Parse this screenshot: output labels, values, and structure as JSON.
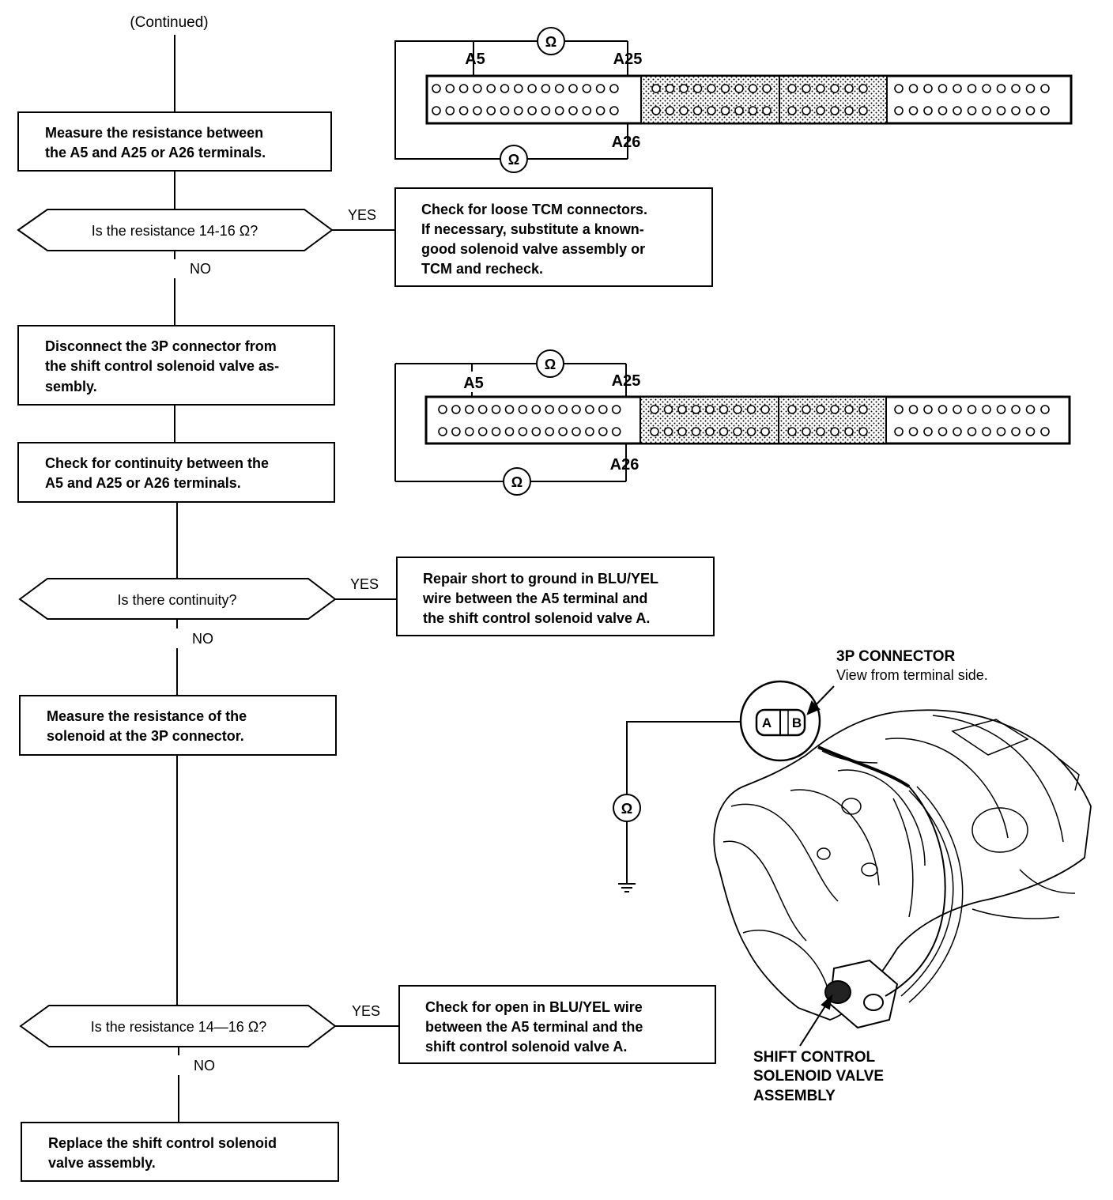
{
  "header": {
    "continued": "(Continued)"
  },
  "steps": {
    "measure_a5": [
      "Measure the resistance between",
      "the A5 and A25 or A26 terminals."
    ],
    "q_resistance_1": "Is the resistance 14-16 Ω?",
    "disconnect_3p": [
      "Disconnect the 3P connector from",
      "the shift control solenoid valve as-",
      "sembly."
    ],
    "check_continuity": [
      "Check for continuity between the",
      "A5 and A25 or A26 terminals."
    ],
    "q_continuity": "Is there continuity?",
    "measure_solenoid": [
      "Measure  the  resistance  of  the",
      "solenoid at the 3P connector."
    ],
    "q_resistance_2": "Is the resistance 14—16 Ω?",
    "replace": [
      "Replace the shift control solenoid",
      "valve assembly."
    ]
  },
  "results": {
    "loose_tcm": [
      "Check for loose TCM connectors.",
      "If necessary, substitute a known-",
      "good solenoid valve assembly or",
      "TCM and recheck."
    ],
    "repair_short": [
      "Repair short to ground in BLU/YEL",
      "wire between the A5 terminal and",
      "the shift control solenoid valve A."
    ],
    "check_open": [
      "Check for open in BLU/YEL wire",
      "between the A5 terminal and the",
      "shift control solenoid valve A."
    ]
  },
  "branch_labels": {
    "yes": "YES",
    "no": "NO"
  },
  "connector_diagram": {
    "meter_symbol": "Ω",
    "pin_a5": "A5",
    "pin_a25": "A25",
    "pin_a26": "A26",
    "terminal_mark": "o"
  },
  "solenoid_illustration": {
    "connector_title": "3P CONNECTOR",
    "connector_subtitle": "View from terminal side.",
    "terminal_a": "A",
    "terminal_b": "B",
    "meter_symbol": "Ω",
    "assembly_label": [
      "SHIFT CONTROL",
      "SOLENOID VALVE",
      "ASSEMBLY"
    ]
  }
}
